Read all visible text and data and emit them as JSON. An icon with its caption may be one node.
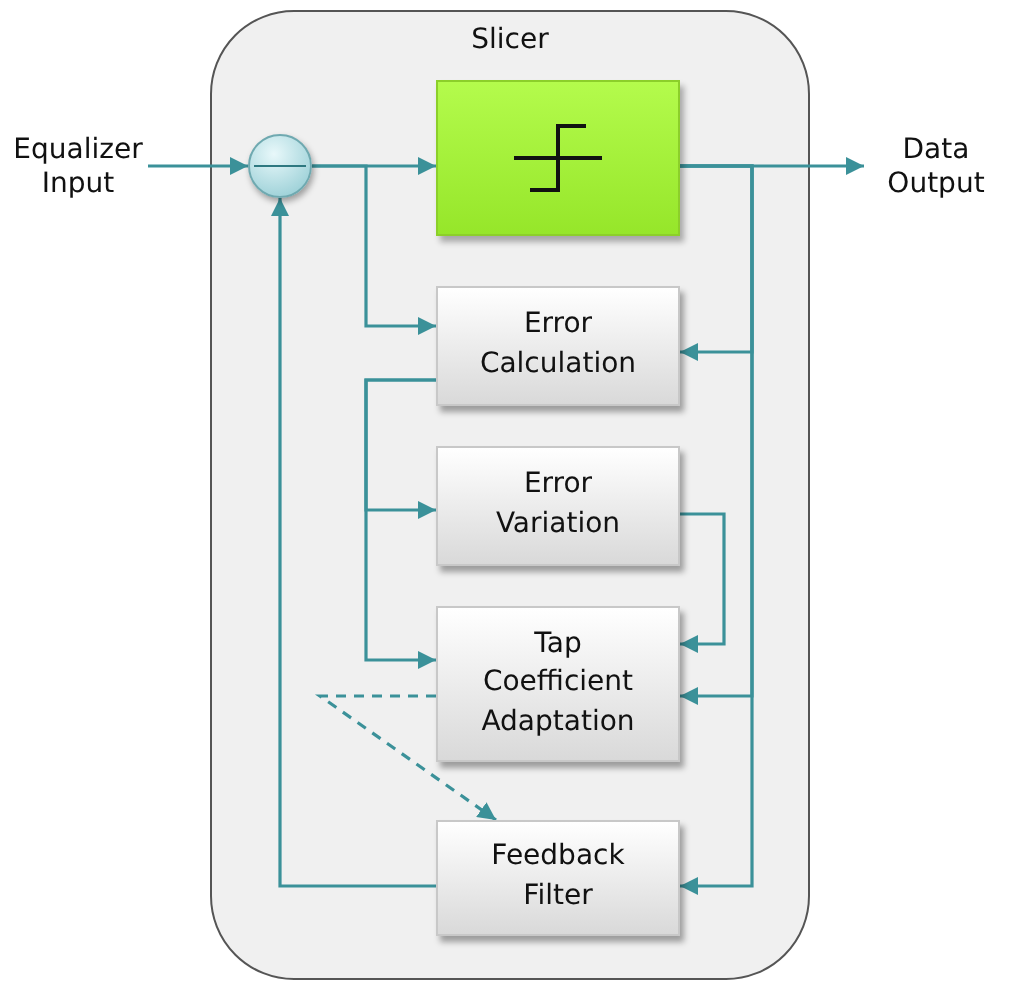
{
  "diagram": {
    "nodes": [
      {
        "text": [
          "Slicer"
        ]
      },
      {
        "text": [
          "Equalizer Input"
        ]
      },
      {
        "text": [],
        "shape": "circle",
        "in": 0
      },
      {
        "text": [],
        "shape": "box",
        "in": 0
      },
      {
        "text": [
          "Data Output"
        ]
      },
      {
        "text": [
          "Error Calculation"
        ],
        "in": 0
      },
      {
        "text": [
          "Error Variation"
        ],
        "in": 0
      },
      {
        "text": [
          "Tap Coefficient Adaptation"
        ],
        "in": 0
      },
      {
        "text": [
          "Feedback Filter"
        ],
        "in": 0
      }
    ],
    "edges": [
      {
        "from": 1,
        "to": 2,
        "arrow": "to"
      },
      {
        "from": 2,
        "to": 3,
        "arrow": "to"
      },
      {
        "from": 2,
        "to": 5,
        "arrow": "to"
      },
      {
        "from": 3,
        "to": 4,
        "arrow": "to"
      },
      {
        "from": 3,
        "to": 5,
        "arrow": "to"
      },
      {
        "from": 3,
        "to": 7,
        "arrow": "to"
      },
      {
        "from": 3,
        "to": 8,
        "arrow": "to"
      },
      {
        "from": 5,
        "to": 6,
        "arrow": "to"
      },
      {
        "from": 5,
        "to": 7,
        "arrow": "to"
      },
      {
        "from": 6,
        "to": 7,
        "arrow": "to"
      },
      {
        "from": 8,
        "to": 2,
        "arrow": "to"
      },
      {
        "from": 7,
        "to": 8,
        "arrow": "to",
        "style": "dashed"
      }
    ]
  }
}
